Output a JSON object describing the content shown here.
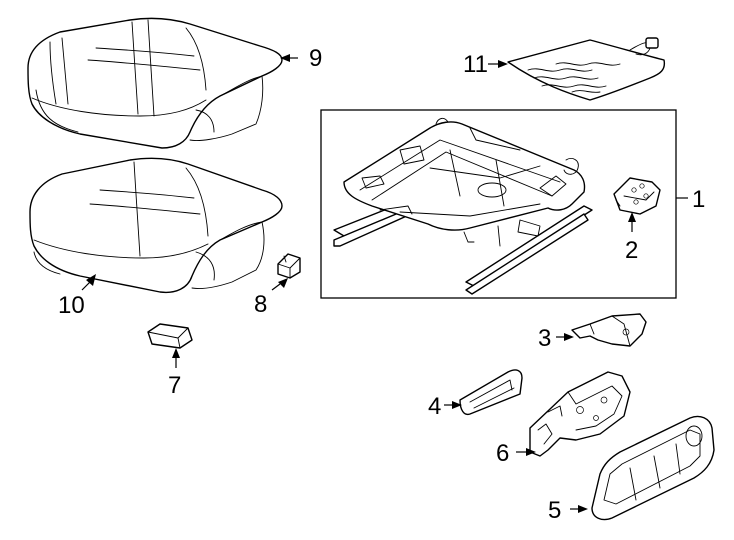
{
  "callouts": {
    "c1": "1",
    "c2": "2",
    "c3": "3",
    "c4": "4",
    "c5": "5",
    "c6": "6",
    "c7": "7",
    "c8": "8",
    "c9": "9",
    "c10": "10",
    "c11": "11"
  },
  "parts": [
    "seat-track-frame-assembly",
    "bracket",
    "bracket-3",
    "trim-cover-4",
    "side-shield",
    "support-bracket-6",
    "clip-7",
    "clip-8",
    "seat-cover",
    "seat-cushion-pad",
    "heater-element"
  ],
  "colors": {
    "line": "#000000",
    "background": "#ffffff"
  }
}
